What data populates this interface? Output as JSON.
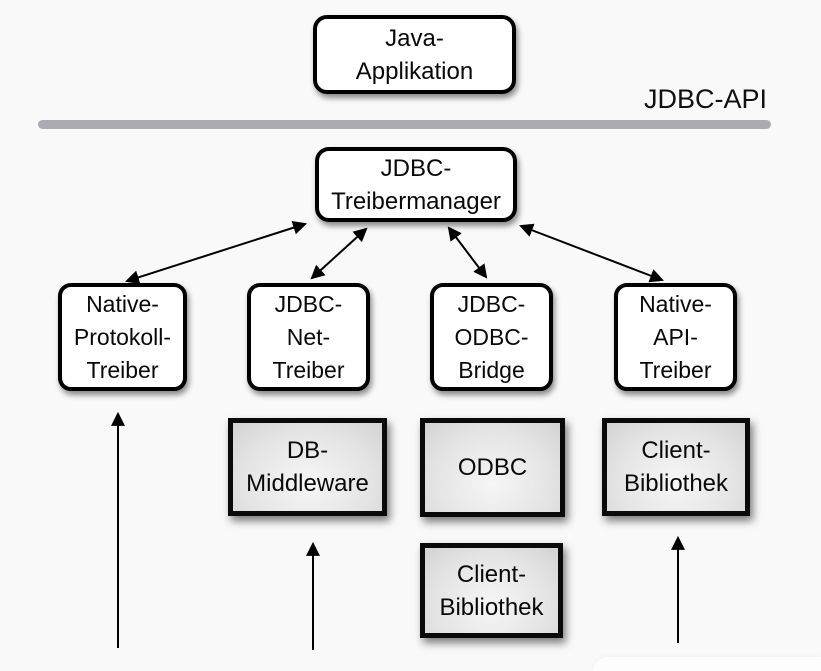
{
  "page": {
    "background_color": "#f9f9f9",
    "divider_color": "#acacb0",
    "box_border_color": "#000000",
    "gray_box_fill": "#d9d9d9"
  },
  "api_divider": {
    "label": "JDBC-API"
  },
  "nodes": {
    "java_application": {
      "label": "Java-\nApplikation"
    },
    "jdbc_treibermanager": {
      "label": "JDBC-\nTreibermanager"
    },
    "native_protokoll_treiber": {
      "label": "Native-\nProtokoll-\nTreiber"
    },
    "jdbc_net_treiber": {
      "label": "JDBC-\nNet-\nTreiber"
    },
    "jdbc_odbc_bridge": {
      "label": "JDBC-\nODBC-\nBridge"
    },
    "native_api_treiber": {
      "label": "Native-\nAPI-\nTreiber"
    },
    "db_middleware": {
      "label": "DB-\nMiddleware"
    },
    "odbc": {
      "label": "ODBC"
    },
    "client_bibliothek_native_api": {
      "label": "Client-\nBibliothek"
    },
    "client_bibliothek_odbc": {
      "label": "Client-\nBibliothek"
    }
  }
}
